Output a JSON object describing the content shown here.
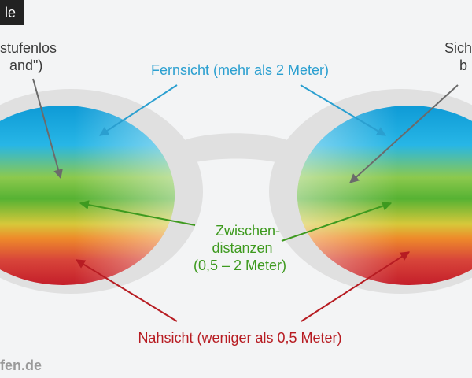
{
  "corner_tag": "le",
  "labels": {
    "top_left": [
      "stufenlos",
      "and\")"
    ],
    "top_right": [
      "Sich",
      "b"
    ],
    "far": "Fernsicht (mehr als 2 Meter)",
    "mid": [
      "Zwischen-",
      "distanzen",
      "(0,5 – 2 Meter)"
    ],
    "near": "Nahsicht (weniger als 0,5 Meter)"
  },
  "footer": "fen.de",
  "colors": {
    "far_blue": "#2a9fd0",
    "mid_green": "#3e9a1f",
    "near_red": "#b71c22",
    "frame": "#e0e0e0",
    "annotation_gray": "#6b6b6b"
  }
}
